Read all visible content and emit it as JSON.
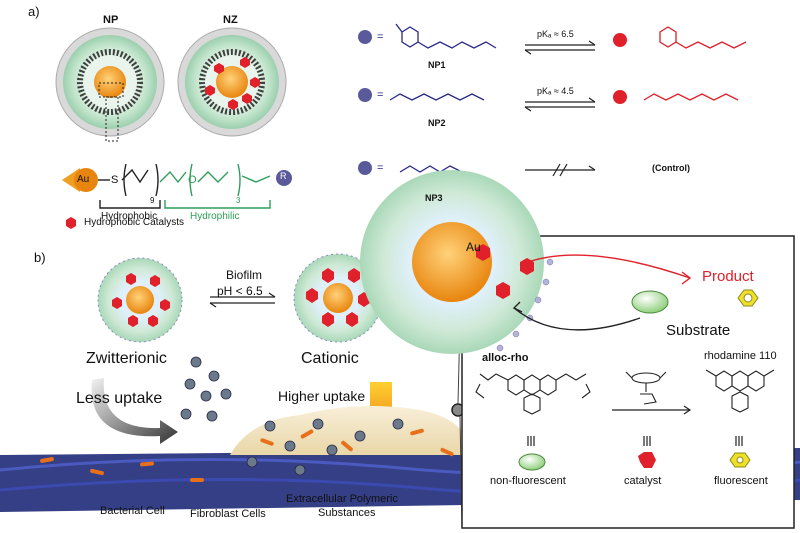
{
  "panel_a": {
    "label": "a)",
    "np_label": "NP",
    "nz_label": "NZ",
    "au": "Au",
    "s": "S",
    "o": "O",
    "r": "R",
    "sub9": "9",
    "sub3": "3",
    "hydrophobic": "Hydrophobic",
    "hydrophilic": "Hydrophilic",
    "legend_catalysts": "Hydrophobic Catalysts",
    "rows": [
      {
        "name": "NP1",
        "r_eq": "=",
        "pka": "pKₐ ≈ 6.5"
      },
      {
        "name": "NP2",
        "r_eq": "=",
        "pka": "pKₐ ≈ 4.5"
      },
      {
        "name": "NP3",
        "r_eq": "=",
        "result": "(Control)"
      }
    ]
  },
  "panel_b": {
    "label": "b)",
    "condition_line1": "Biofilm",
    "condition_line2": "pH < 6.5",
    "zwitterionic": "Zwitterionic",
    "cationic": "Cationic",
    "less_uptake": "Less uptake",
    "higher_uptake": "Higher uptake",
    "bacterial_cell": "Bacterial Cell",
    "fibroblast_cells": "Fibroblast Cells",
    "eps_line1": "Extracellular Polymeric",
    "eps_line2": "Substances",
    "inset": {
      "au": "Au",
      "product": "Product",
      "substrate": "Substrate",
      "alloc_rho": "alloc-rho",
      "rhodamine": "rhodamine 110",
      "non_fluorescent": "non-fluorescent",
      "catalyst": "catalyst",
      "fluorescent": "fluorescent",
      "equiv": "III"
    }
  },
  "colors": {
    "blue": "#2a2a8c",
    "red": "#e0202a",
    "green": "#2e9e5a",
    "orange": "#f0a020"
  }
}
